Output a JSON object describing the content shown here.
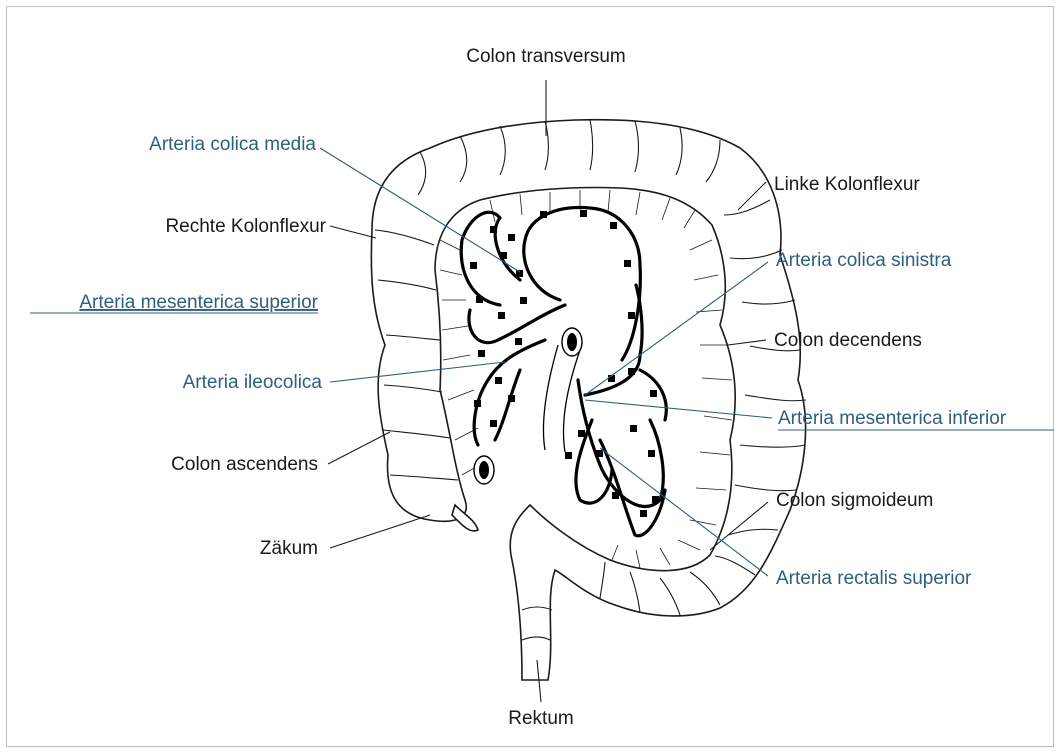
{
  "labels": {
    "colon_transversum": "Colon transversum",
    "arteria_colica_media": "Arteria colica media",
    "linke_kolonflexur": "Linke Kolonflexur",
    "rechte_kolonflexur": "Rechte Kolonflexur",
    "arteria_colica_sinistra": "Arteria colica sinistra",
    "arteria_mesenterica_superior": "Arteria mesenterica superior",
    "colon_decendens": "Colon decendens",
    "arteria_ileocolica": "Arteria ileocolica",
    "arteria_mesenterica_inferior": "Arteria mesenterica inferior",
    "colon_ascendens": "Colon ascendens",
    "colon_sigmoideum": "Colon sigmoideum",
    "zaekum": "Zäkum",
    "arteria_rectalis_superior": "Arteria rectalis superior",
    "rektum": "Rektum"
  },
  "colors": {
    "label_black": "#1a1a1a",
    "label_blue": "#2e5e80",
    "frame": "#bdbdbd"
  }
}
